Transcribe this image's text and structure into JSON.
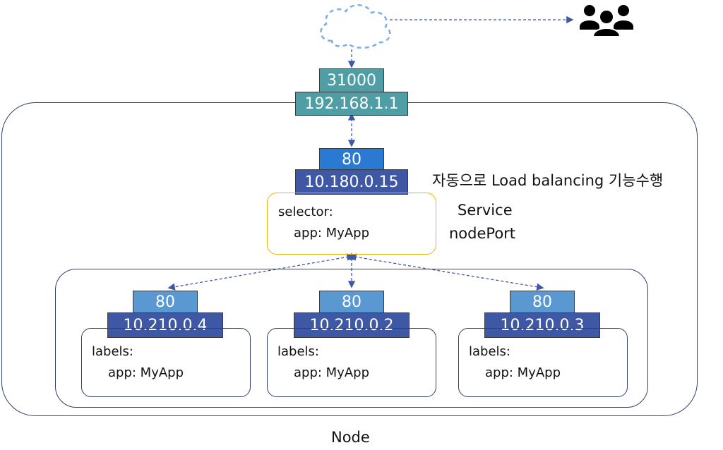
{
  "external": {
    "port": "31000",
    "ip": "192.168.1.1"
  },
  "service": {
    "port": "80",
    "ip": "10.180.0.15",
    "selector_key": "selector:",
    "selector_value": "app: MyApp",
    "note": "자동으로  Load balancing 기능수행",
    "label_line1": "Service",
    "label_line2": "nodePort"
  },
  "pods": [
    {
      "port": "80",
      "ip": "10.210.0.4",
      "labels_key": "labels:",
      "labels_value": "app: MyApp"
    },
    {
      "port": "80",
      "ip": "10.210.0.2",
      "labels_key": "labels:",
      "labels_value": "app: MyApp"
    },
    {
      "port": "80",
      "ip": "10.210.0.3",
      "labels_key": "labels:",
      "labels_value": "app: MyApp"
    }
  ],
  "node_label": "Node",
  "icons": {
    "cloud": "cloud-icon",
    "users": "users-group-icon"
  },
  "colors": {
    "teal": "#4f9ea5",
    "service_port": "#2a7ad4",
    "navy": "#3f58a6",
    "pod_port": "#5a98d2",
    "selector_border": "#f0b400",
    "outline": "#2f3f6f",
    "cloud": "#7aaee8",
    "arrow": "#3f58a6"
  }
}
